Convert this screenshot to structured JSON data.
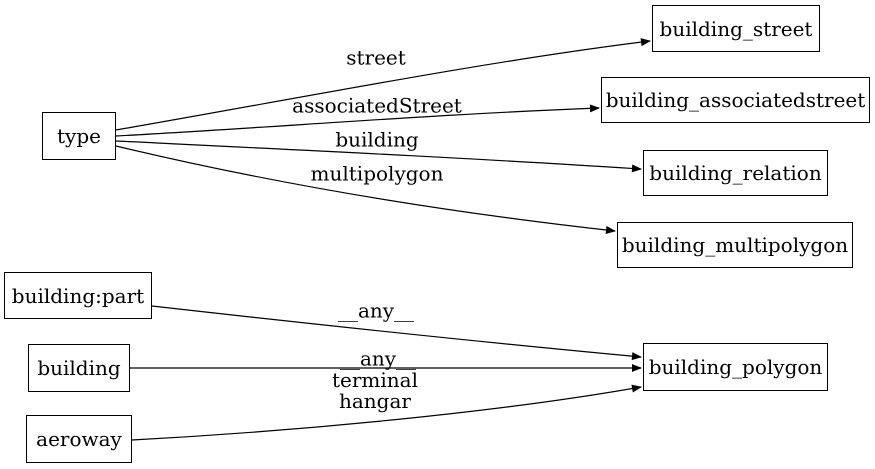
{
  "diagram": {
    "background_color": "#ffffff",
    "line_color": "#000000",
    "node_fill_color": "#ffffff",
    "text_color": "#000000",
    "nodes": [
      {
        "id": "type",
        "label": "type"
      },
      {
        "id": "building_street",
        "label": "building_street"
      },
      {
        "id": "building_associatedstreet",
        "label": "building_associatedstreet"
      },
      {
        "id": "building_relation",
        "label": "building_relation"
      },
      {
        "id": "building_multipolygon",
        "label": "building_multipolygon"
      },
      {
        "id": "building_part",
        "label": "building:part"
      },
      {
        "id": "building",
        "label": "building"
      },
      {
        "id": "aeroway",
        "label": "aeroway"
      },
      {
        "id": "building_polygon",
        "label": "building_polygon"
      }
    ],
    "edges": [
      {
        "from": "type",
        "to": "building_street",
        "label": "street"
      },
      {
        "from": "type",
        "to": "building_associatedstreet",
        "label": "associatedStreet"
      },
      {
        "from": "type",
        "to": "building_relation",
        "label": "building"
      },
      {
        "from": "type",
        "to": "building_multipolygon",
        "label": "multipolygon"
      },
      {
        "from": "building:part",
        "to": "building_polygon",
        "label": "__any__"
      },
      {
        "from": "building",
        "to": "building_polygon",
        "label": "__any__"
      },
      {
        "from": "aeroway",
        "to": "building_polygon",
        "label": "terminal\nhangar"
      }
    ]
  }
}
